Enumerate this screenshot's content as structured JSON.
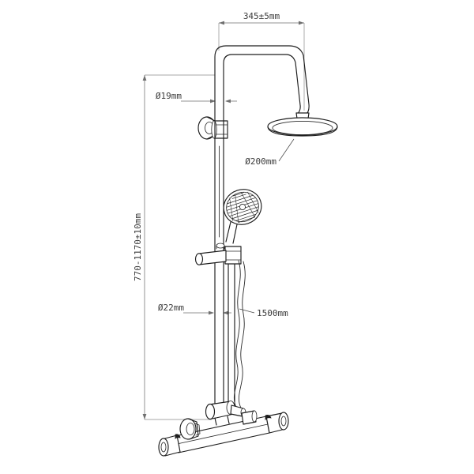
{
  "drawing": {
    "title": "Shower Column Technical Drawing",
    "background_color": "#ffffff",
    "line_color": "#1d1d1d",
    "dimension_color": "#6f6f6f",
    "text_color": "#3a3a3a"
  },
  "dimensions": {
    "arm_projection": "345±5mm",
    "riser_diameter": "Ø19mm",
    "head_diameter": "Ø200mm",
    "height_range": "770-1170±10mm",
    "slide_bar_diameter": "Ø22mm",
    "hose_length": "1500mm"
  },
  "components": {
    "overhead_shower": "overhead-shower-head",
    "shower_arm": "curved-shower-arm",
    "riser_pipe": "riser-pipe",
    "wall_bracket": "wall-bracket",
    "hand_shower": "hand-shower-head",
    "hand_shower_holder": "hand-shower-holder",
    "slide_bar": "slide-bar",
    "hose": "flexible-hose",
    "thermostatic_valve": "thermostatic-bar-valve",
    "temperature_handle": "temperature-handle",
    "flow_handle": "flow-control-handle",
    "diverter": "diverter-body",
    "wall_inlet": "wall-inlet-elbow"
  }
}
